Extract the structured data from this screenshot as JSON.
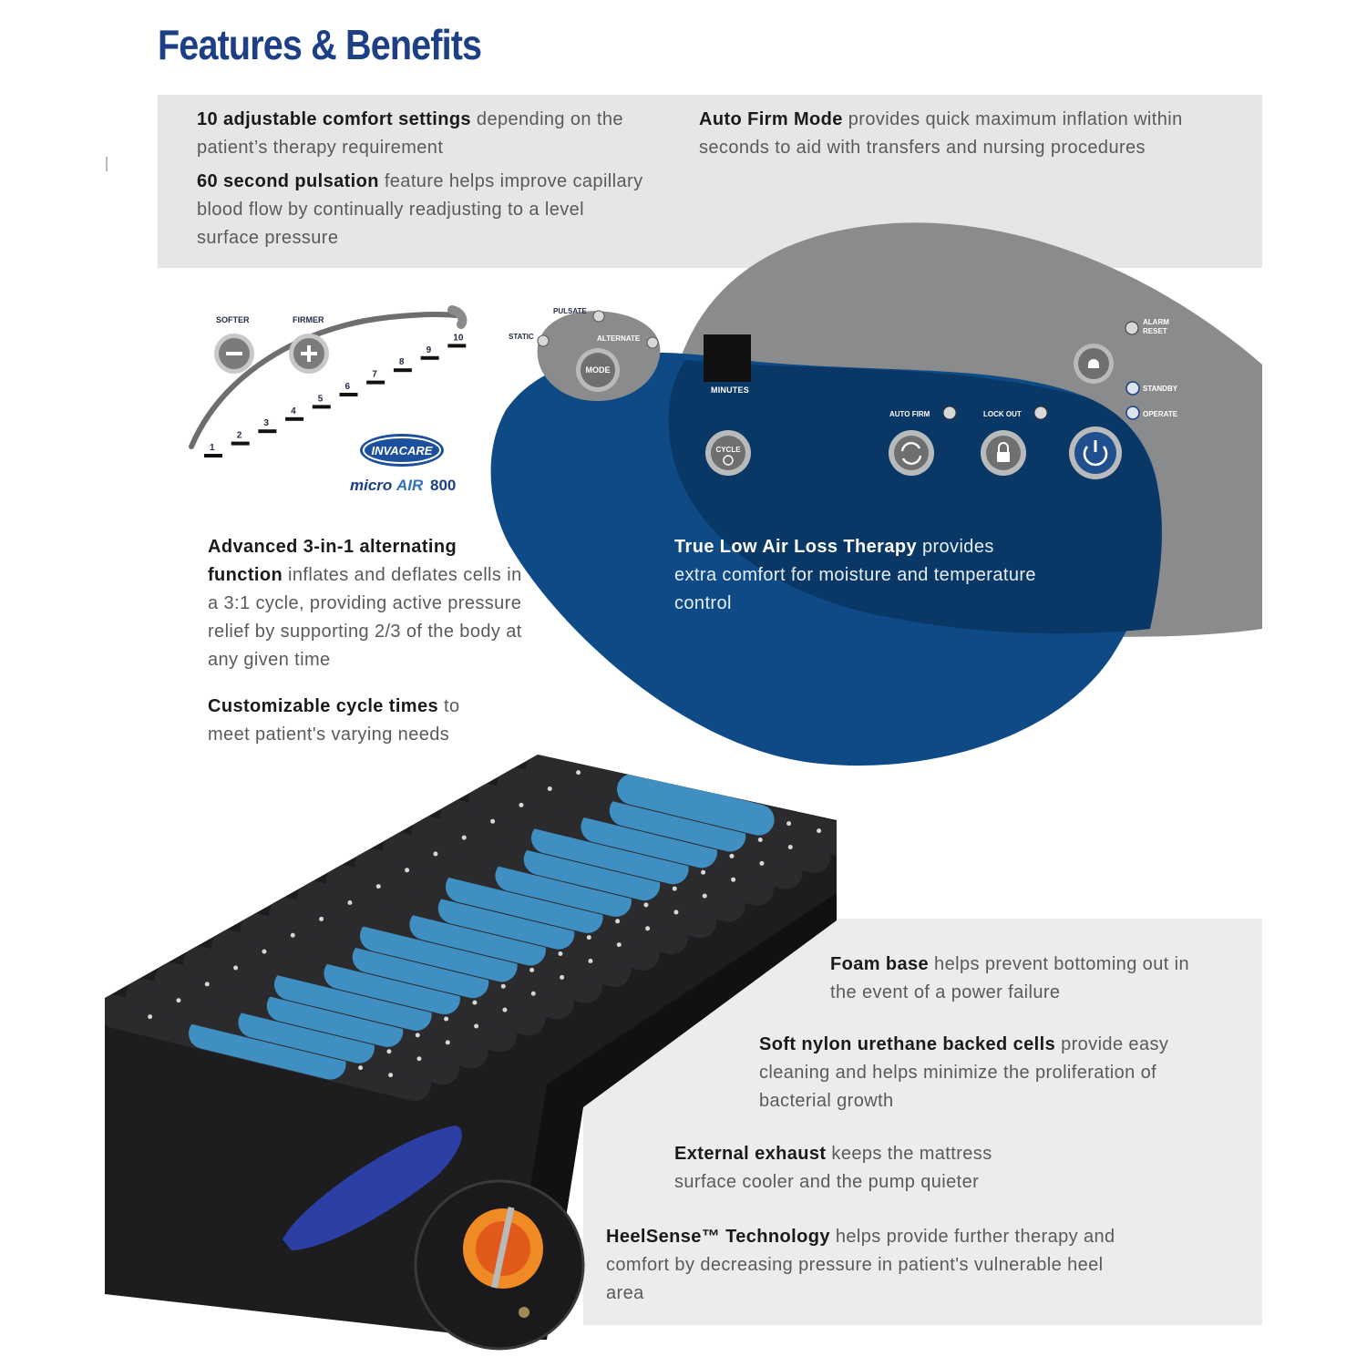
{
  "header": {
    "title": "Features & Benefits"
  },
  "features": {
    "comfort": {
      "bold": "10 adjustable comfort settings",
      "text": " depending on the patient’s therapy requirement"
    },
    "pulsation": {
      "bold": "60 second pulsation",
      "text": " feature helps improve capillary blood flow by continually readjusting to a level surface pressure"
    },
    "auto_firm": {
      "bold": "Auto Firm Mode",
      "text": " provides quick maximum inflation within seconds to aid with transfers and nursing procedures"
    },
    "alternating": {
      "bold": "Advanced 3-in-1 alternating function",
      "text": " inflates and deflates cells in a 3:1 cycle, providing active pressure relief by supporting 2/3 of the body at any given time"
    },
    "cycle": {
      "bold": "Customizable cycle times",
      "text": " to meet patient's varying needs"
    },
    "low_air": {
      "bold": "True Low Air Loss Therapy",
      "text": " provides extra comfort for moisture and temperature control"
    },
    "foam": {
      "bold": "Foam base",
      "text": " helps prevent bottoming out in the event of a power failure"
    },
    "nylon": {
      "bold": "Soft nylon urethane backed cells",
      "text": " provide easy cleaning and helps minimize the proliferation of bacterial growth"
    },
    "exhaust": {
      "bold": "External exhaust",
      "text": " keeps the mattress surface cooler and the pump quieter"
    },
    "heelsense": {
      "bold": "HeelSense™ Technology",
      "text": " helps provide further therapy and comfort by decreasing pressure in patient's vulnerable heel area"
    }
  },
  "panel": {
    "softer": "SOFTER",
    "firmer": "FIRMER",
    "levels": [
      "1",
      "2",
      "3",
      "4",
      "5",
      "6",
      "7",
      "8",
      "9",
      "10"
    ],
    "pulsate": "PULSATE",
    "static": "STATIC",
    "alternate": "ALTERNATE",
    "mode": "MODE",
    "minutes": "MINUTES",
    "cycle_btn": "CYCLE",
    "auto_firm": "AUTO FIRM",
    "lock_out": "LOCK OUT",
    "alarm": "ALARM",
    "reset": "RESET",
    "standby": "STANDBY",
    "operate": "OPERATE",
    "brand": "INVACARE",
    "model_a": "micro",
    "model_b": "AIR",
    "model_c": "800"
  },
  "colors": {
    "title": "#1c3f86",
    "blue_blob": "#0e4a86",
    "grey_blob": "#8a8b8d",
    "cell_blue": "#3f8fc2",
    "cell_black": "#2b2b2e"
  }
}
